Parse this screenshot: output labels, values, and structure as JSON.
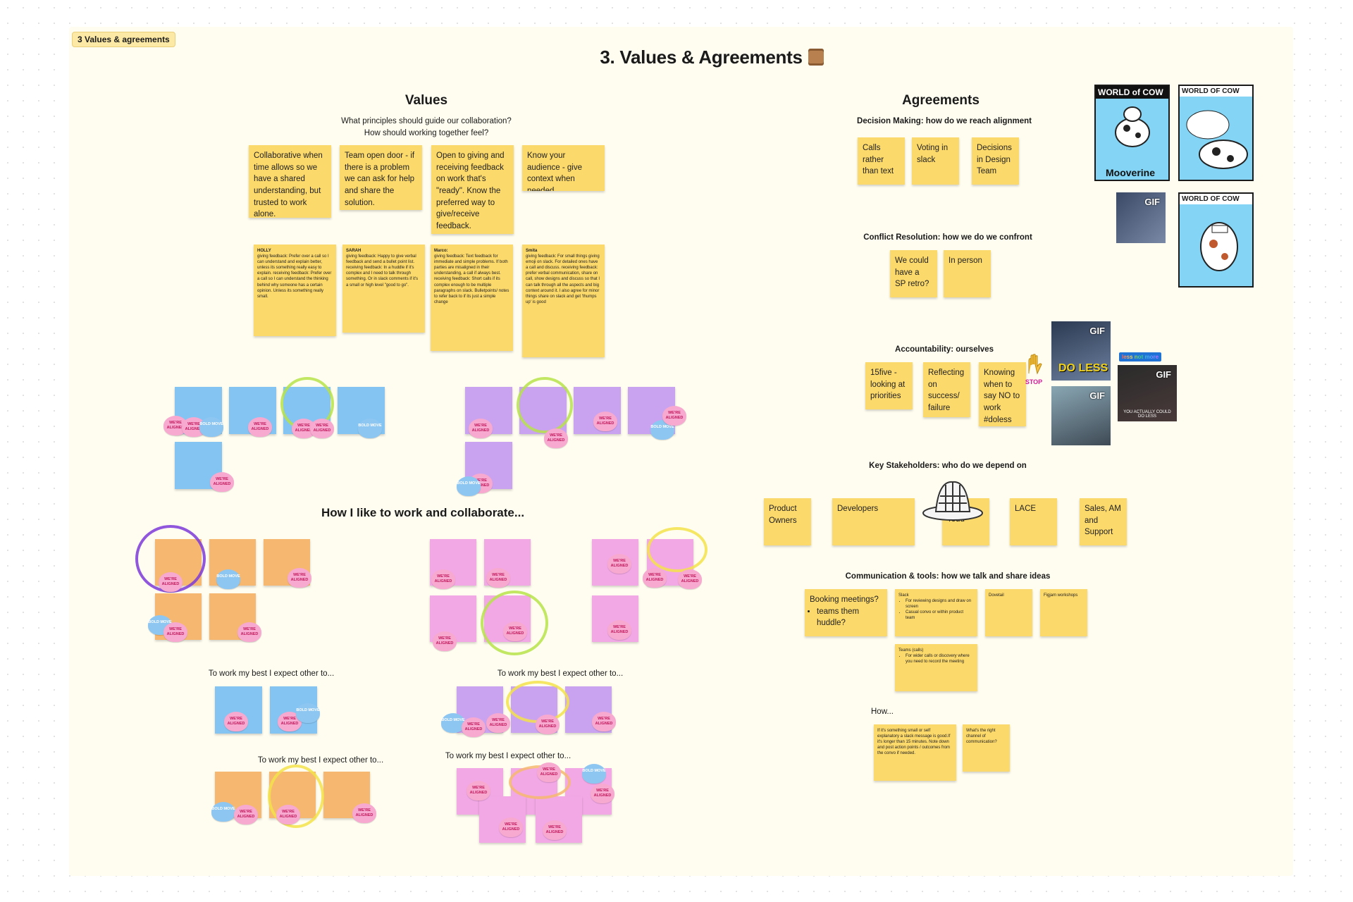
{
  "section": {
    "tag": "3 Values & agreements",
    "title": "3. Values & Agreements"
  },
  "values": {
    "heading": "Values",
    "prompt_line1": "What principles should guide our collaboration?",
    "prompt_line2": "How should working together feel?",
    "notes": [
      "Collaborative when time allows so we have a shared understanding, but trusted to work alone.",
      "Team open door - if there is a problem we can ask for help and share the solution.",
      "Open to giving and receiving feedback on work that's \"ready\". Know the preferred way to give/receive feedback.",
      "Know your audience - give context when needed."
    ],
    "feedback_notes": [
      {
        "name": "HOLLY",
        "body": "giving feedback: Prefer over a call so I can understand and explain better, unless its something really easy to explain. receiving feedback: Prefer over a call so I can understand the thinking behind why someone has a certain opinion. Unless its something really small."
      },
      {
        "name": "SARAH",
        "body": "giving feedback: Happy to give verbal feedback and send a bullet point list. receiving feedback: In a huddle if it's complex and I need to talk through something. Or in slack comments if it's a small or high level \"good to go\"."
      },
      {
        "name": "Marco:",
        "body": "giving feedback: Text feedback for immediate and simple problems. If both parties are misaligned in their understanding, a call if always best. receiving feedback: Short calls if its complex enough to be multiple paragraphs on slack. Bulletpoints/ notes to refer back to if its just a simple change"
      },
      {
        "name": "Smita",
        "body": "giving feedback: For small things giving emoji on slack. For detailed ones have a call and discuss. receiving feedback: prefer verbal communication, share on call, show designs and discuss so that I can talk through all the aspects and big context around it. I also agree for minor things share on slack and get 'thumps up' is good"
      }
    ]
  },
  "work": {
    "heading": "How I like to work and collaborate...",
    "expect_label": "To work my best I expect other to...",
    "expect_label_2": "To work my best I expect other to..."
  },
  "hearts": {
    "pink": "WE'RE ALIGNED",
    "blue": "BOLD MOVE"
  },
  "agreements": {
    "heading": "Agreements",
    "decision": {
      "label": "Decision Making: how do we reach alignment",
      "notes": [
        "Calls rather than text",
        "Voting in slack",
        "Decisions in Design Team"
      ]
    },
    "conflict": {
      "label": "Conflict Resolution: how we do we confront",
      "notes": [
        "We could have a SP retro?",
        "In person"
      ]
    },
    "accountability": {
      "label": "Accountability: ourselves",
      "notes": [
        "15five - looking at priorities",
        "Reflecting on success/ failure",
        "Knowing when to say NO to work #doless"
      ]
    },
    "stakeholders": {
      "label": "Key Stakeholders: who do we depend on",
      "notes": [
        "Product Owners",
        "Developers",
        "Todd",
        "LACE",
        "Sales, AM and Support"
      ]
    },
    "comms": {
      "label": "Communication & tools: how we talk and share ideas",
      "booking_title": "Booking meetings?",
      "booking_item": "teams them huddle?",
      "slack_title": "Slack",
      "slack_items": [
        "For reviewing designs and draw on screen",
        "Casual convo or within product team"
      ],
      "dovetail": "Dovetail",
      "figjam": "Figjam workshops",
      "teams_title": "Teams (calls)",
      "teams_item": "For wider calls or discovery where you need to record the meeting"
    },
    "how": {
      "label": "How...",
      "notes": [
        "If it's something small or self explanatory a slack message is good.If it's longer than 15 minutes. Note down and post action points / outcomes from the convo if needed.",
        "What's the right channel of communication?"
      ]
    }
  },
  "media": {
    "cow1_title": "WORLD of COW",
    "cow1_caption": "Mooverine",
    "cow2_title": "WORLD OF COW",
    "cow3_title": "WORLD OF COW",
    "gif": "GIF",
    "doless": "DO LESS",
    "gif_caption": "YOU ACTUALLY COULD DO LESS",
    "stop": "STOP",
    "search_tag": "less not more"
  },
  "colors": {
    "sticky_yellow": "#fcd96b",
    "blue": "#84c4f2",
    "purple": "#c9a3f0",
    "orange": "#f6b870",
    "pink": "#f3a8e6",
    "circle": "#b6e34a"
  }
}
